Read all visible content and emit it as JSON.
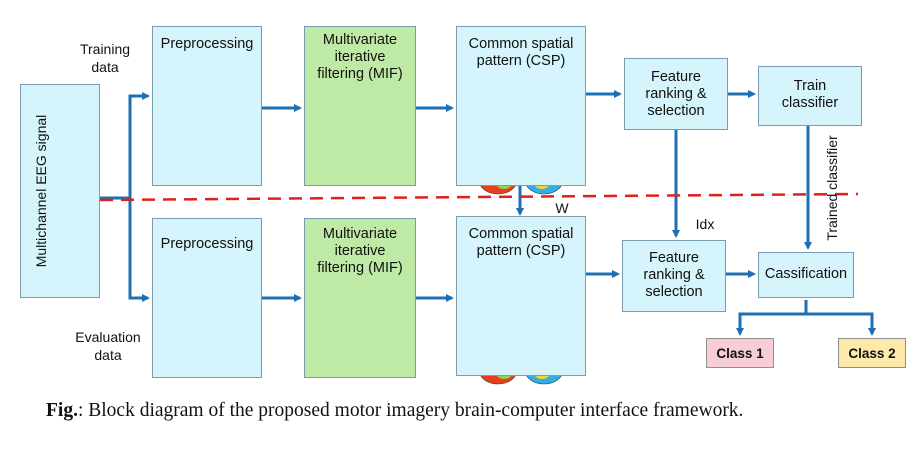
{
  "labels": {
    "training_data": "Training\ndata",
    "evaluation_data": "Evaluation\ndata",
    "eeg_signal": "Multichannel EEG signal",
    "preprocessing": "Preprocessing",
    "mif": "Multivariate\niterative\nfiltering (MIF)",
    "csp": "Common spatial\npattern (CSP)",
    "feature_ranking": "Feature\nranking &\nselection",
    "train_classifier": "Train\nclassifier",
    "classification": "Cassification",
    "class_1": "Class 1",
    "class_2": "Class 2",
    "w": "W",
    "idx": "Idx",
    "trained_classifier": "Trained classifier"
  },
  "caption": {
    "prefix": "Fig.",
    "text": ": Block diagram of the proposed motor imagery brain-computer interface framework."
  },
  "colors": {
    "arrow": "#1f6fb5",
    "boundary": "#e0201c",
    "process_box": "#d5f4fb",
    "mif_box": "#bfeaa6",
    "class_1": "#f8cdd6",
    "class_2": "#fde9a9"
  }
}
